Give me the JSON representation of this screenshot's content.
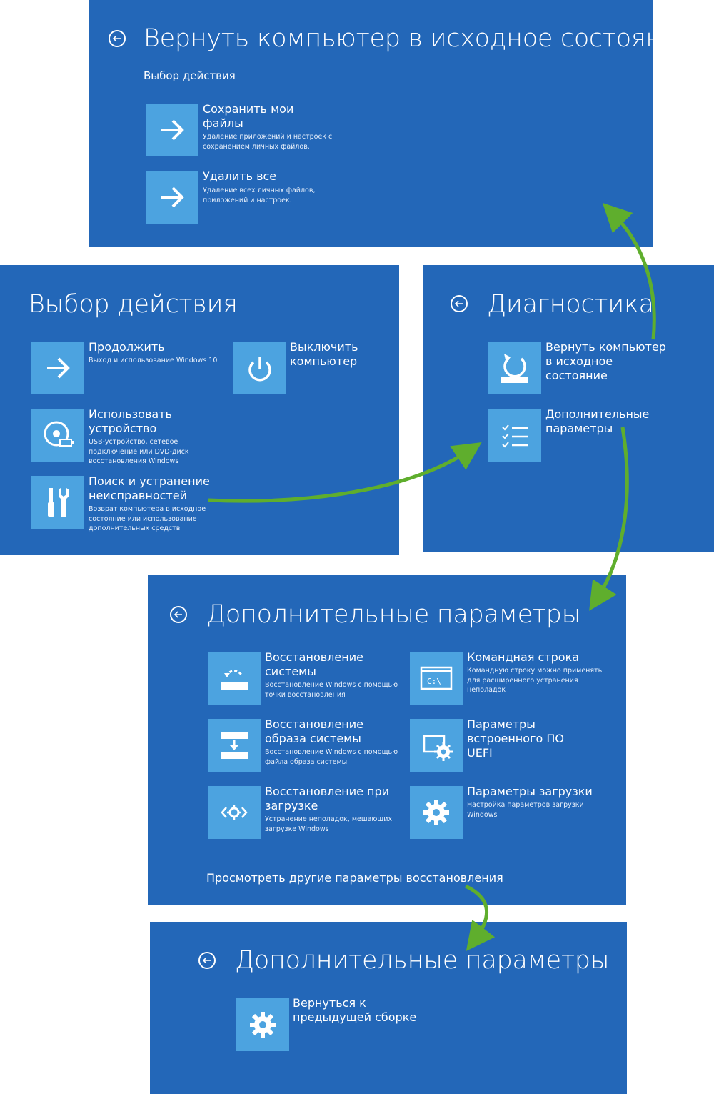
{
  "colors": {
    "panel": "#2367b8",
    "tile": "#4ca3e0",
    "arrow": "#5fae2d"
  },
  "reset": {
    "title": "Вернуть компьютер в исходное состояние",
    "subtitle": "Выбор действия",
    "options": [
      {
        "icon": "arrow-right-icon",
        "label": "Сохранить мои\nфайлы",
        "desc": "Удаление приложений и настроек с\nсохранением личных файлов."
      },
      {
        "icon": "arrow-right-icon",
        "label": "Удалить все",
        "desc": "Удаление всех личных файлов,\nприложений и настроек."
      }
    ]
  },
  "choose": {
    "title": "Выбор действия",
    "options": [
      {
        "icon": "arrow-right-icon",
        "label": "Продолжить",
        "desc": "Выход и использование Windows 10"
      },
      {
        "icon": "power-icon",
        "label": "Выключить\nкомпьютер",
        "desc": ""
      },
      {
        "icon": "disc-drive-icon",
        "label": "Использовать\nустройство",
        "desc": "USB-устройство, сетевое\nподключение или DVD-диск\nвосстановления Windows"
      },
      {
        "icon": "tools-icon",
        "label": "Поиск и устранение\nнеисправностей",
        "desc": "Возврат компьютера в исходное\nсостояние или использование\nдополнительных средств"
      }
    ]
  },
  "diag": {
    "title": "Диагностика",
    "options": [
      {
        "icon": "reset-pc-icon",
        "label": "Вернуть компьютер\nв исходное\nсостояние",
        "desc": ""
      },
      {
        "icon": "checklist-icon",
        "label": "Дополнительные\nпараметры",
        "desc": ""
      }
    ]
  },
  "advanced": {
    "title": "Дополнительные параметры",
    "options": [
      {
        "icon": "system-restore-icon",
        "label": "Восстановление\nсистемы",
        "desc": "Восстановление Windows с помощью\nточки восстановления"
      },
      {
        "icon": "command-prompt-icon",
        "label": "Командная строка",
        "desc": "Командную строку можно применять\nдля расширенного устранения\nнеполадок"
      },
      {
        "icon": "image-restore-icon",
        "label": "Восстановление\nобраза системы",
        "desc": "Восстановление Windows с помощью\nфайла образа системы"
      },
      {
        "icon": "firmware-settings-icon",
        "label": "Параметры\nвстроенного ПО\nUEFI",
        "desc": ""
      },
      {
        "icon": "startup-repair-icon",
        "label": "Восстановление при\nзагрузке",
        "desc": "Устранение неполадок, мешающих\nзагрузке Windows"
      },
      {
        "icon": "gear-icon",
        "label": "Параметры загрузки",
        "desc": "Настройка параметров загрузки\nWindows"
      }
    ],
    "more_link": "Просмотреть другие параметры восстановления"
  },
  "advanced2": {
    "title": "Дополнительные параметры",
    "options": [
      {
        "icon": "gear-icon",
        "label": "Вернуться к\nпредыдущей сборке",
        "desc": ""
      }
    ]
  }
}
